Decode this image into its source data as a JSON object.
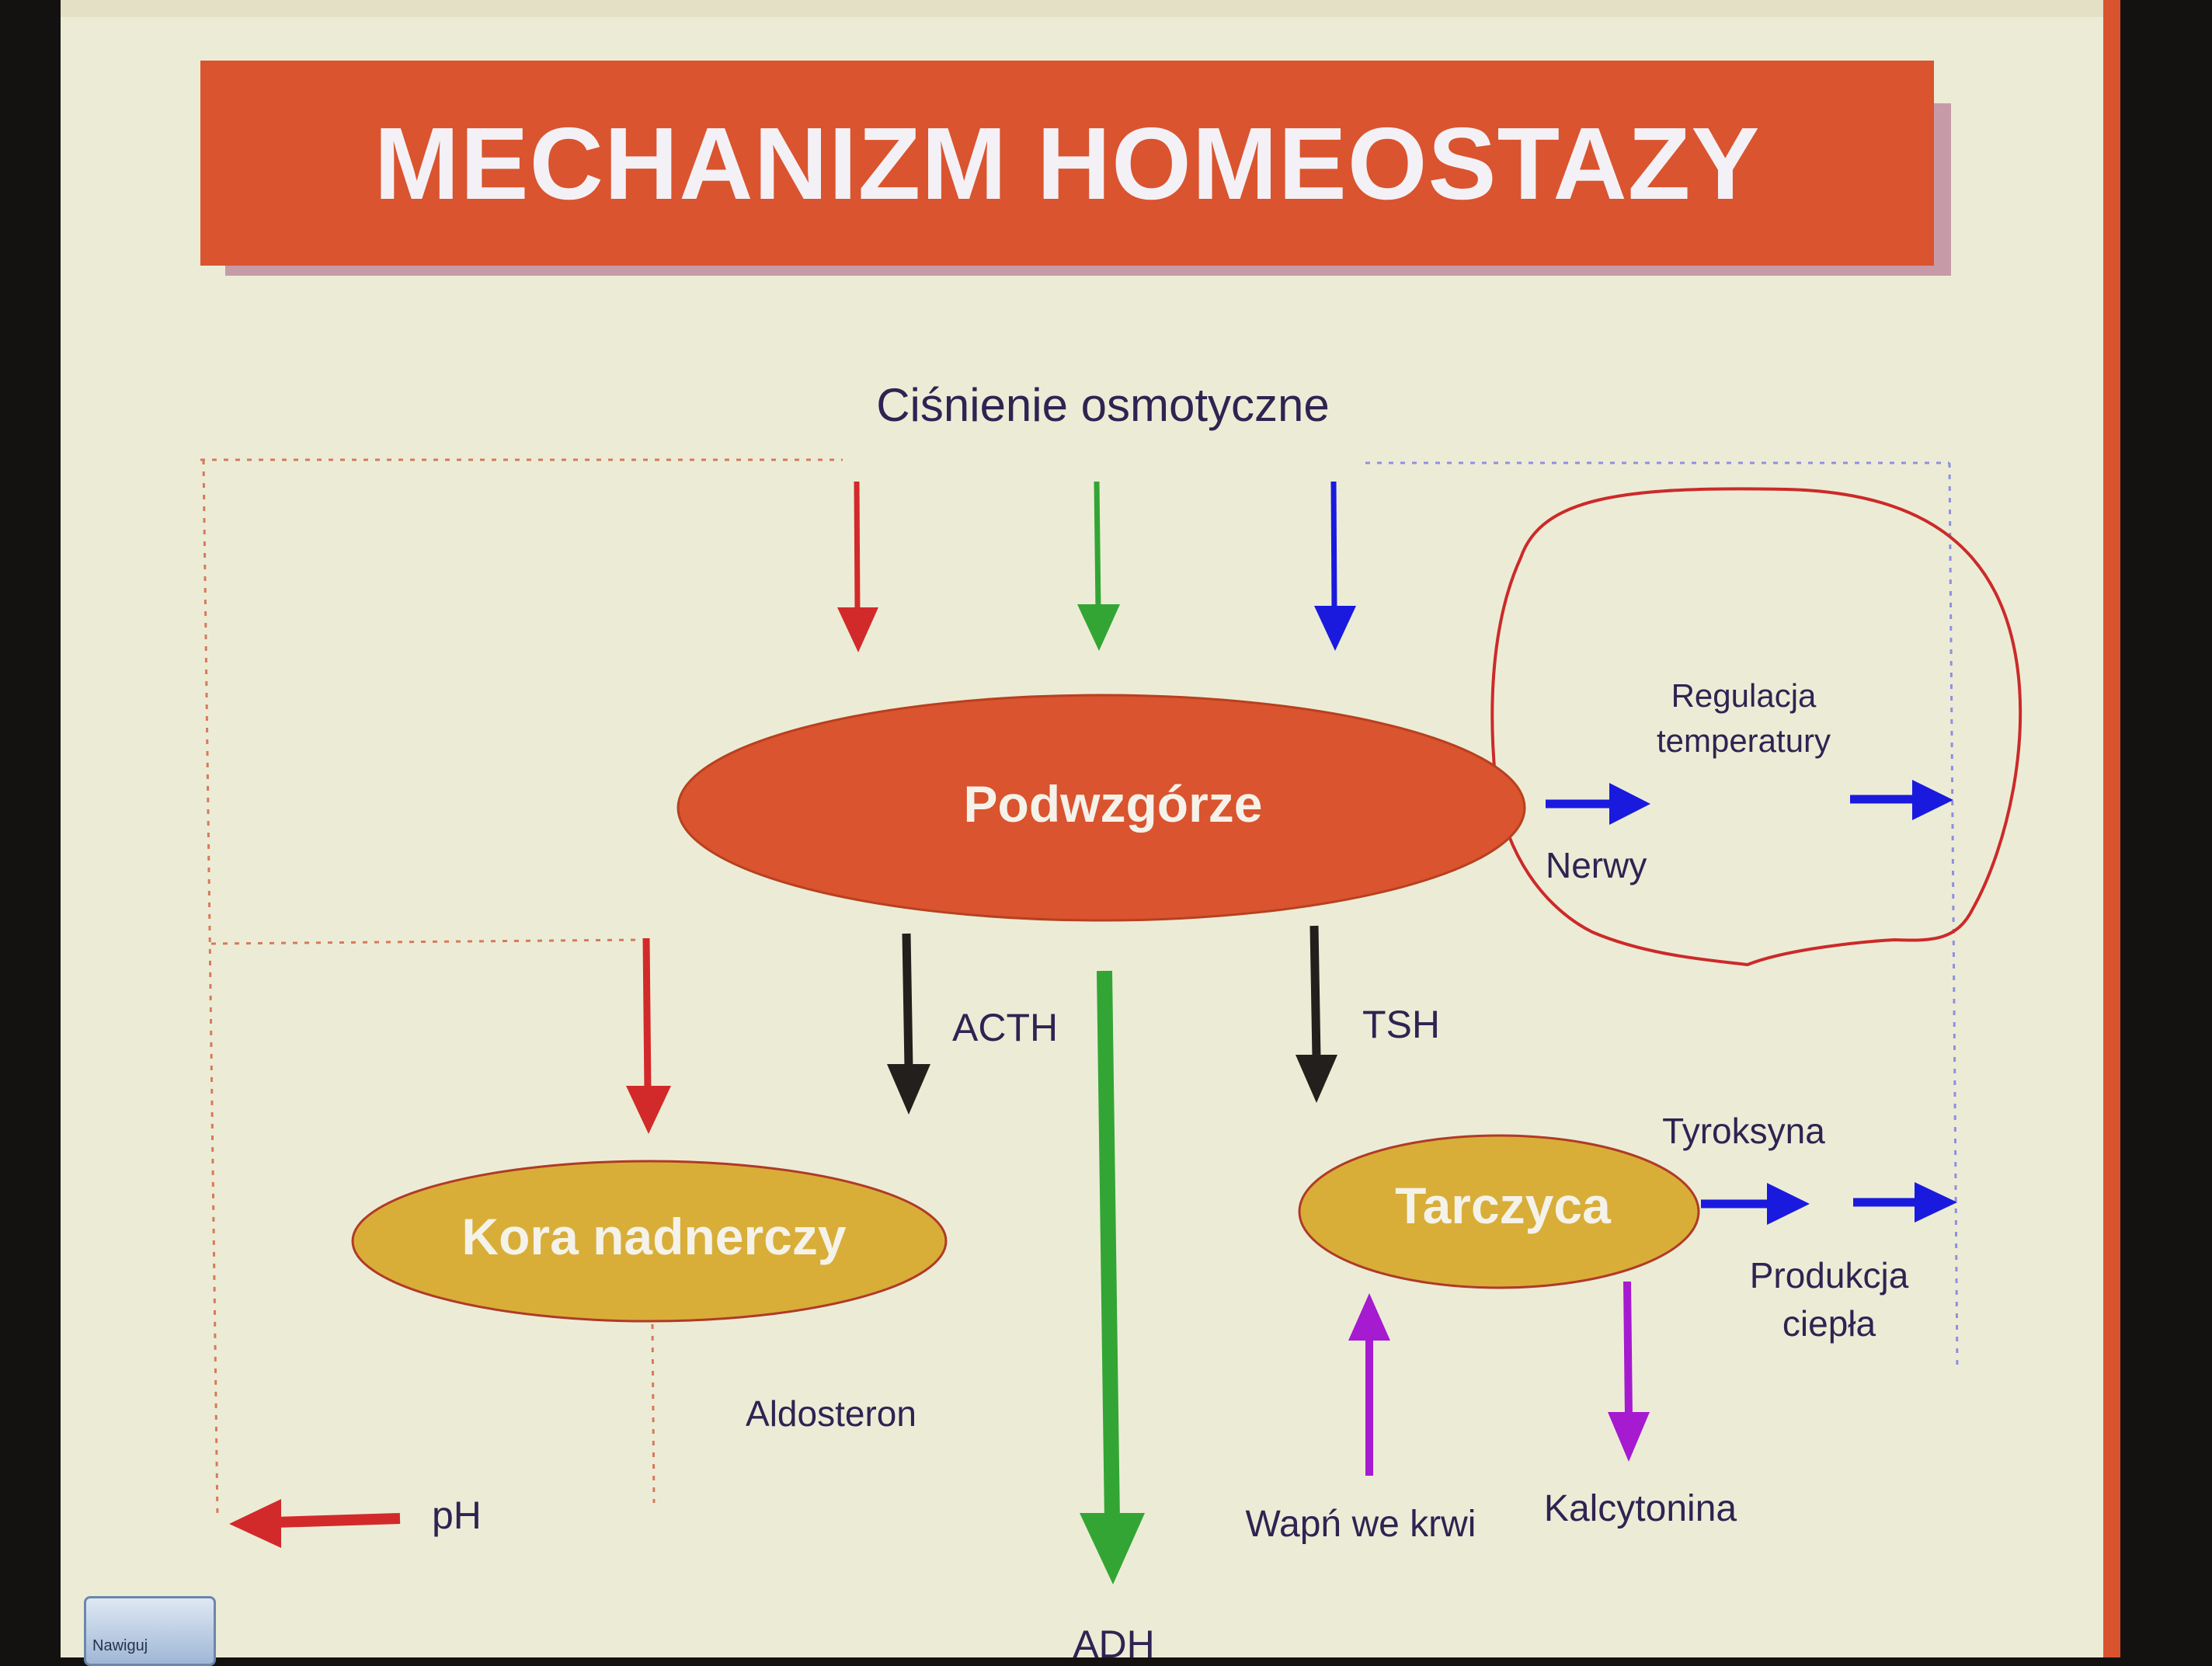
{
  "title": "MECHANIZM HOMEOSTAZY",
  "top_fragment": "",
  "corner_button": "Nawiguj",
  "nodes": {
    "podwzgorze": "Podwzgórze",
    "kora": "Kora nadnerczy",
    "tarczyca": "Tarczyca"
  },
  "labels": {
    "cisnienie": "Ciśnienie osmotyczne",
    "regulacja_1": "Regulacja",
    "regulacja_2": "temperatury",
    "nerwy": "Nerwy",
    "acth": "ACTH",
    "tsh": "TSH",
    "tyroksyna": "Tyroksyna",
    "produkcja_1": "Produkcja",
    "produkcja_2": "ciepła",
    "aldosteron": "Aldosteron",
    "ph": "pH",
    "adh": "ADH",
    "wapn": "Wapń we krwi",
    "kalcytonina": "Kalcytonina"
  },
  "colors": {
    "banner": "#d9542f",
    "ellipse_hypothalamus": "#d9542f",
    "ellipse_gland": "#d8ae38",
    "arrow_red": "#d22a2a",
    "arrow_green": "#33a534",
    "arrow_blue": "#1a1adf",
    "arrow_black": "#231f1c",
    "arrow_purple": "#a61ad0",
    "annotation_circle": "#cc2a2a"
  }
}
